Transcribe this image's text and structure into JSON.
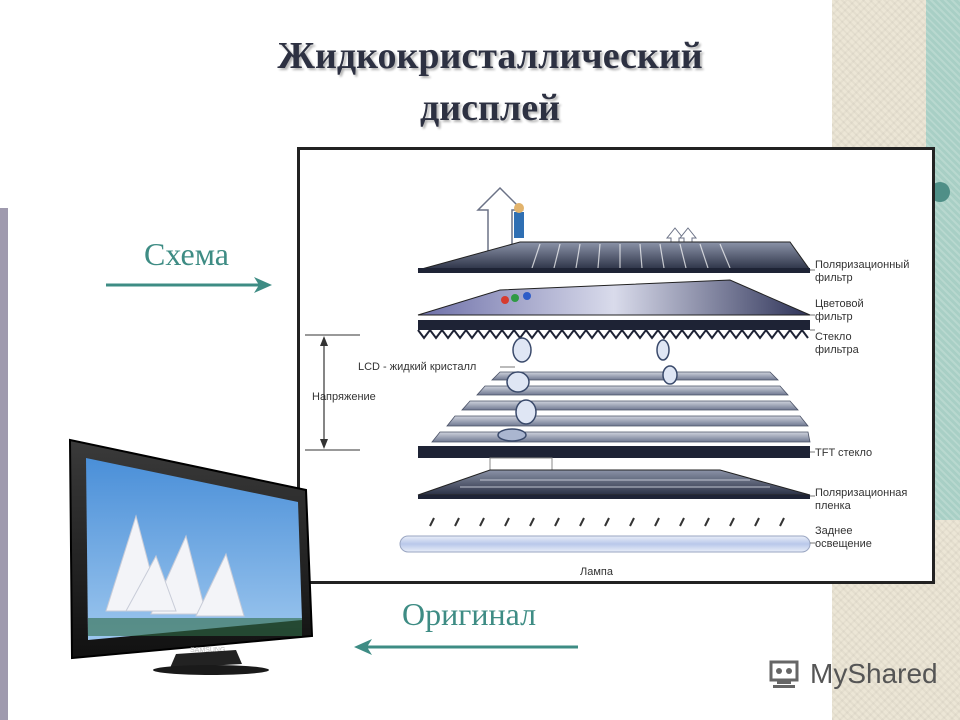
{
  "title": {
    "line1": "Жидкокристаллический",
    "line2": "дисплей"
  },
  "labels": {
    "scheme": "Схема",
    "original": "Оригинал"
  },
  "diagram": {
    "layers": [
      {
        "line1": "Поляризационный",
        "line2": "фильтр"
      },
      {
        "line1": "Цветовой",
        "line2": "фильтр"
      },
      {
        "line1": "Стекло",
        "line2": "фильтра"
      },
      {
        "line1": "TFT стекло",
        "line2": ""
      },
      {
        "line1": "Поляризационная",
        "line2": "пленка"
      },
      {
        "line1": "Заднее",
        "line2": "освещение"
      }
    ],
    "lcd_label": "LCD - жидкий кристалл",
    "voltage_label": "Напряжение",
    "lamp_label": "Лампа"
  },
  "tv": {
    "brand": "SAMSUNG"
  },
  "watermark": {
    "text": "MyShared"
  },
  "colors": {
    "title": "#2d3142",
    "accent_teal": "#3e8c84",
    "side_teal": "#a8cfc5",
    "side_texture": "#ece6d6"
  }
}
